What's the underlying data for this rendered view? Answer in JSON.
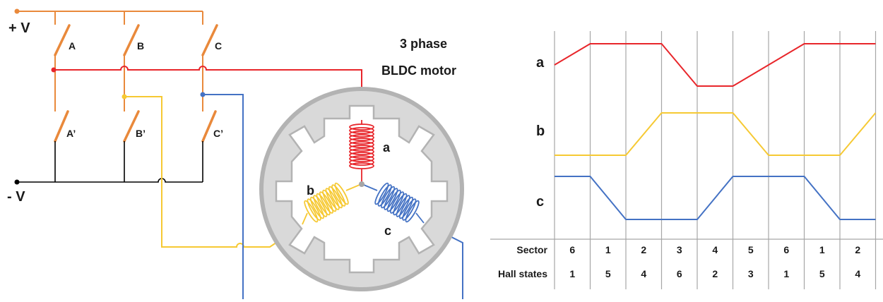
{
  "circuit": {
    "supply_pos_label": "+ V",
    "supply_neg_label": "- V",
    "switches_high": [
      "A",
      "B",
      "C"
    ],
    "switches_low": [
      "A’",
      "B’",
      "C’"
    ],
    "motor_title_line1": "3 phase",
    "motor_title_line2": "BLDC motor",
    "winding_labels": [
      "a",
      "b",
      "c"
    ]
  },
  "colors": {
    "phase_a": "#e8262b",
    "phase_b": "#f6c933",
    "phase_c": "#4472c4",
    "supply_wire": "#e9893b",
    "ground_wire": "#000000",
    "stator": "#b3b3b3"
  },
  "chart_data": {
    "type": "line",
    "series": [
      {
        "name": "a",
        "color": "#e8262b",
        "points": [
          [
            0,
            0.5
          ],
          [
            1,
            1
          ],
          [
            2,
            1
          ],
          [
            3,
            1
          ],
          [
            4,
            0
          ],
          [
            5,
            0
          ],
          [
            6,
            0.5
          ],
          [
            7,
            1
          ],
          [
            8,
            1
          ],
          [
            9,
            1
          ]
        ]
      },
      {
        "name": "b",
        "color": "#f6c933",
        "points": [
          [
            0,
            0
          ],
          [
            1,
            0
          ],
          [
            2,
            0
          ],
          [
            3,
            1
          ],
          [
            4,
            1
          ],
          [
            5,
            1
          ],
          [
            6,
            0
          ],
          [
            7,
            0
          ],
          [
            8,
            0
          ],
          [
            9,
            1
          ]
        ]
      },
      {
        "name": "c",
        "color": "#4472c4",
        "points": [
          [
            0,
            1
          ],
          [
            1,
            1
          ],
          [
            2,
            0
          ],
          [
            3,
            0
          ],
          [
            4,
            0
          ],
          [
            5,
            1
          ],
          [
            6,
            1
          ],
          [
            7,
            1
          ],
          [
            8,
            0
          ],
          [
            9,
            0
          ]
        ]
      }
    ],
    "table": {
      "rows": [
        {
          "header": "Sector",
          "values": [
            "6",
            "1",
            "2",
            "3",
            "4",
            "5",
            "6",
            "1",
            "2"
          ]
        },
        {
          "header": "Hall states",
          "values": [
            "1",
            "5",
            "4",
            "6",
            "2",
            "3",
            "1",
            "5",
            "4"
          ]
        }
      ]
    },
    "grid": "vertical"
  }
}
